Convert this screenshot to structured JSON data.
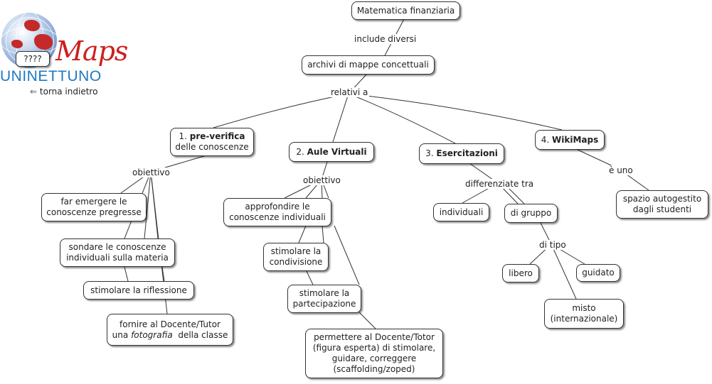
{
  "logo": {
    "brand": "UNINETTUNO",
    "maps_word": "Maps",
    "badge": "????",
    "back_arrow": "⇐",
    "back_label": "torna indietro"
  },
  "nodes": {
    "root": "Matematica finanziaria",
    "archivi": "archivi di mappe concettuali",
    "n1_num": "1.",
    "n1_bold": "pre-verifica",
    "n1_line2": "delle conoscenze",
    "n2_num": "2.",
    "n2_bold": "Aule Virtuali",
    "n3_num": "3.",
    "n3_bold": "Esercitazioni",
    "n4_num": "4.",
    "n4_bold": "WikiMaps",
    "far_emergere_1": "far emergere le",
    "far_emergere_2": "conoscenze pregresse",
    "sondare_1": "sondare le conoscenze",
    "sondare_2": "individuali sulla materia",
    "stimolare_riflessione": "stimolare la riflessione",
    "fornire_1": "fornire al Docente/Tutor",
    "fornire_2a": "una",
    "fornire_2b": "fotografia",
    "fornire_2c": "della classe",
    "approfondire_1": "approfondire le",
    "approfondire_2": "conoscenze individuali",
    "condivisione_1": "stimolare la",
    "condivisione_2": "condivisione",
    "partecipazione_1": "stimolare la",
    "partecipazione_2": "partecipazione",
    "permettere_1": "permettere al Docente/Totor",
    "permettere_2": "(figura esperta) di stimolare,",
    "permettere_3": "guidare, correggere",
    "permettere_4": "(scaffolding/zoped)",
    "individuali": "individuali",
    "di_gruppo": "di gruppo",
    "libero": "libero",
    "guidato": "guidato",
    "misto_1": "misto",
    "misto_2": "(internazionale)",
    "spazio_1": "spazio autogestito",
    "spazio_2": "dagli studenti"
  },
  "labels": {
    "include_diversi": "include diversi",
    "relativi_a": "relativi a",
    "obiettivo_1": "obiettivo",
    "obiettivo_2": "obiettivo",
    "differenziate_tra": "differenziate tra",
    "di_tipo": "di tipo",
    "e_uno": "è uno"
  }
}
